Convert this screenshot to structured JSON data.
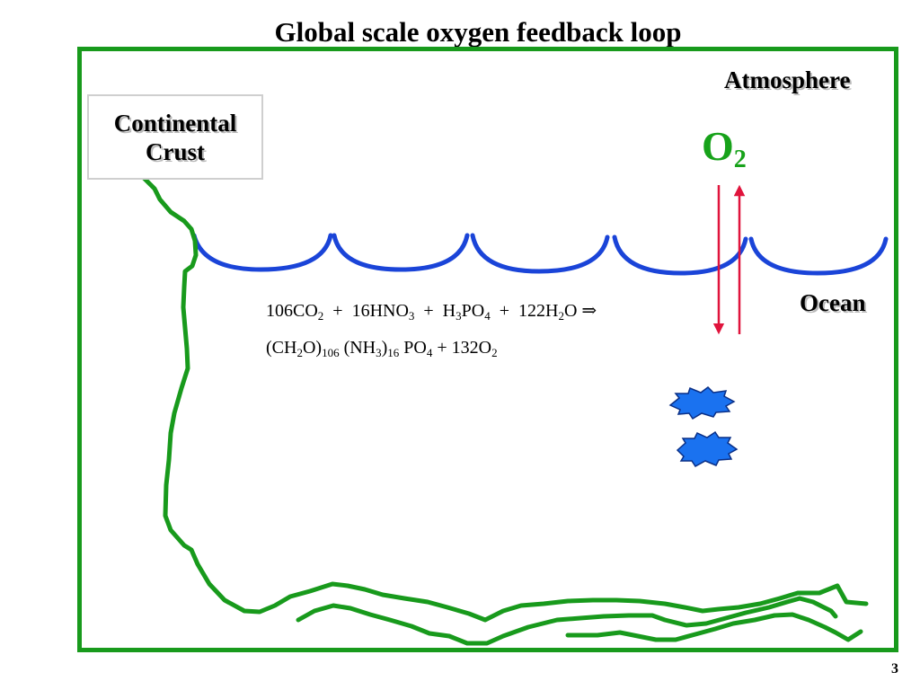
{
  "title": "Global scale oxygen feedback loop",
  "labels": {
    "atmosphere": "Atmosphere",
    "ocean": "Ocean",
    "continental_line1": "Continental",
    "continental_line2": "Crust",
    "o2_main": "O",
    "o2_sub": "2"
  },
  "equation": {
    "line1": [
      {
        "t": "106CO"
      },
      {
        "s": "2"
      },
      {
        "t": "  +  16HNO"
      },
      {
        "s": "3"
      },
      {
        "t": "  +  H"
      },
      {
        "s": "3"
      },
      {
        "t": "PO"
      },
      {
        "s": "4"
      },
      {
        "t": "  +  122H"
      },
      {
        "s": "2"
      },
      {
        "t": "O ⇒"
      }
    ],
    "line2": [
      {
        "t": "(CH"
      },
      {
        "s": "2"
      },
      {
        "t": "O)"
      },
      {
        "s": "106"
      },
      {
        "t": " (NH"
      },
      {
        "s": "3"
      },
      {
        "t": ")"
      },
      {
        "s": "16"
      },
      {
        "t": " PO"
      },
      {
        "s": "4"
      },
      {
        "t": " + 132O"
      },
      {
        "s": "2"
      }
    ]
  },
  "page_number": "3",
  "colors": {
    "frame": "#189a1c",
    "waves": "#1a44d8",
    "arrows": "#e0143c",
    "oxygen_text": "#17a21a",
    "organisms": "#1a72f0"
  }
}
